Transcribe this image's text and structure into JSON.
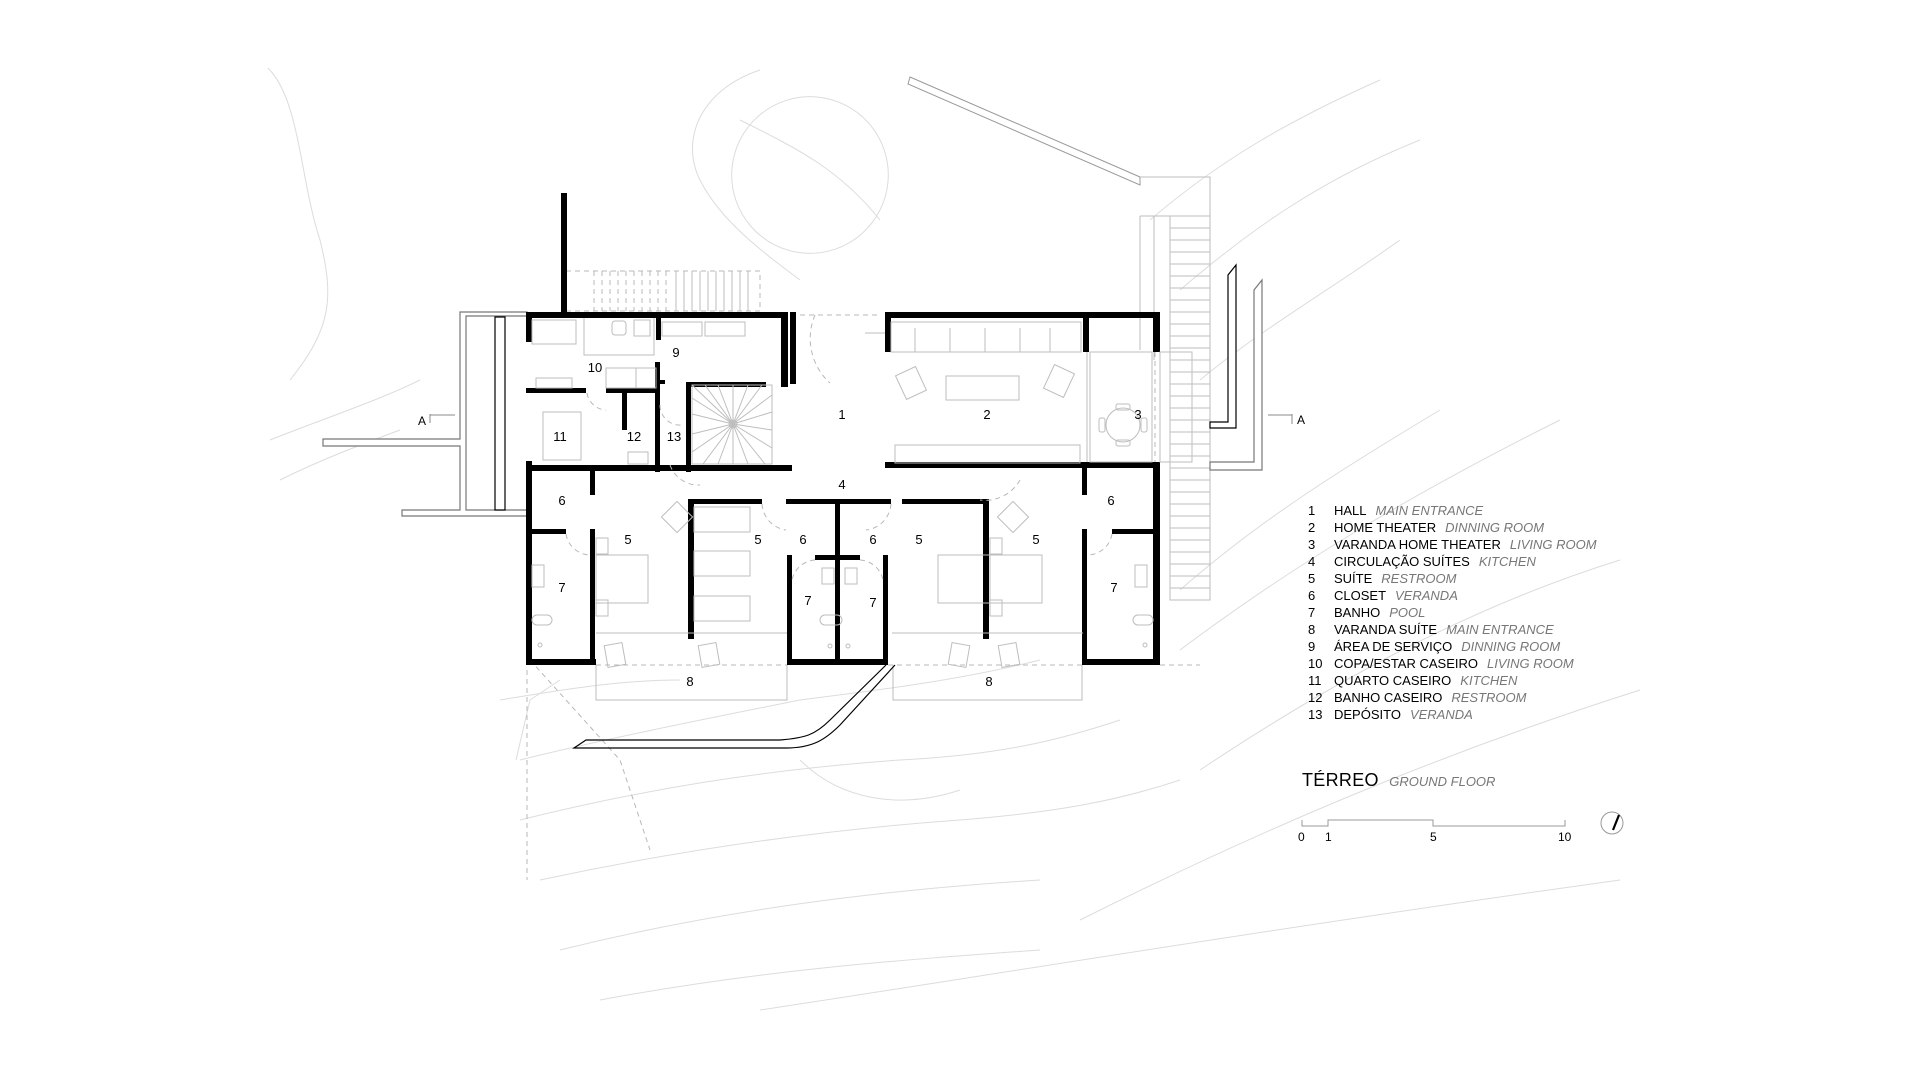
{
  "plan": {
    "title": "TÉRREO",
    "title_en": "GROUND FLOOR",
    "section_marker_left": "A",
    "section_marker_right": "A",
    "room_labels": {
      "hall": "1",
      "home_theater": "2",
      "varanda_home_theater": "3",
      "circulacao": "4",
      "suite_1": "5",
      "suite_2": "5",
      "suite_3": "5",
      "suite_4": "5",
      "closet_1": "6",
      "closet_2": "6",
      "closet_3": "6",
      "closet_4": "6",
      "banho_1": "7",
      "banho_2": "7",
      "banho_3": "7",
      "banho_4": "7",
      "varanda_suite_1": "8",
      "varanda_suite_2": "8",
      "area_servico": "9",
      "copa": "10",
      "quarto_caseiro": "11",
      "banho_caseiro": "12",
      "deposito": "13"
    }
  },
  "legend": [
    {
      "num": "1",
      "pt": "HALL",
      "en": "MAIN ENTRANCE"
    },
    {
      "num": "2",
      "pt": "HOME THEATER",
      "en": "DINNING ROOM"
    },
    {
      "num": "3",
      "pt": "VARANDA HOME THEATER",
      "en": "LIVING ROOM"
    },
    {
      "num": "4",
      "pt": "CIRCULAÇÃO SUÍTES",
      "en": "KITCHEN"
    },
    {
      "num": "5",
      "pt": "SUÍTE",
      "en": "RESTROOM"
    },
    {
      "num": "6",
      "pt": "CLOSET",
      "en": "VERANDA"
    },
    {
      "num": "7",
      "pt": "BANHO",
      "en": "POOL"
    },
    {
      "num": "8",
      "pt": "VARANDA SUÍTE",
      "en": "MAIN ENTRANCE"
    },
    {
      "num": "9",
      "pt": "ÁREA DE SERVIÇO",
      "en": "DINNING ROOM"
    },
    {
      "num": "10",
      "pt": "COPA/ESTAR CASEIRO",
      "en": "LIVING ROOM"
    },
    {
      "num": "11",
      "pt": "QUARTO CASEIRO",
      "en": "KITCHEN"
    },
    {
      "num": "12",
      "pt": "BANHO CASEIRO",
      "en": "RESTROOM"
    },
    {
      "num": "13",
      "pt": "DEPÓSITO",
      "en": "VERANDA"
    }
  ],
  "scale_bar": {
    "ticks": [
      "0",
      "1",
      "5",
      "10"
    ]
  },
  "north_arrow": {
    "icon": "north-arrow-icon"
  },
  "colors": {
    "wall": "#000000",
    "fixture_line": "#bdbdbd",
    "topography": "#dcdcdc",
    "legend_secondary": "#777777"
  }
}
